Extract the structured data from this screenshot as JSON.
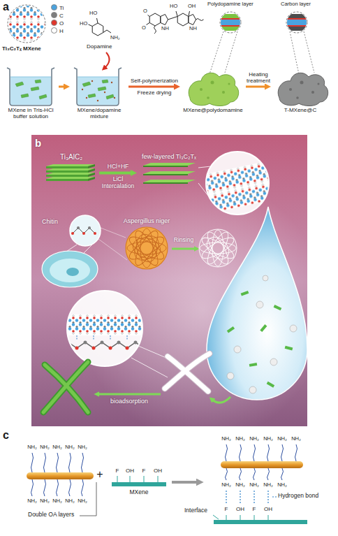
{
  "diagram": {
    "nodes": [
      {
        "text": [
          "MXene in Tris-HCl buffer solution"
        ]
      },
      {
        "text": [
          "MXene/dopamine mixture"
        ]
      },
      {
        "text": [
          "MXene@polydomamine"
        ]
      },
      {
        "text": [
          "T-MXene@C"
        ]
      },
      {
        "text": [
          "Ti₃AlC₂"
        ]
      },
      {
        "text": [
          "few-layered Ti₃C₂Tₓ"
        ]
      },
      {
        "text": [
          "Aspergillus niger"
        ]
      }
    ],
    "edges": [
      {
        "from": 0,
        "to": 1,
        "arrow": "to"
      },
      {
        "from": 1,
        "to": 2,
        "arrow": "to",
        "label": "Self-polymerization"
      },
      {
        "from": 2,
        "to": 3,
        "arrow": "to",
        "label": "Heating treatment"
      },
      {
        "from": 4,
        "to": 5,
        "arrow": "to",
        "label": "HCl+HF"
      }
    ],
    "labels": [
      "a",
      "Ti₃C₂Tₓ MXene",
      "HO",
      "HO",
      "NH₂",
      "Dopamine",
      "O",
      "O",
      "HO",
      "OH",
      "NH",
      "NH",
      "Polydopamine layer",
      "Carbon layer",
      "Freeze drying",
      "b",
      "LiCl Intercalation",
      "Chitin",
      "Rinsing",
      "bioadsorption",
      "c",
      "NH₂",
      "NH₂",
      "NH₂",
      "NH₂",
      "NH₂",
      "NH₂",
      "NH₂",
      "NH₂",
      "NH₂",
      "NH₂",
      "Double OA layers",
      "+",
      "F",
      "OH",
      "F",
      "OH",
      "MXene",
      "NH₂",
      "NH₂",
      "NH₂",
      "NH₂",
      "NH₂",
      "NH₂",
      "NH₂",
      "NH₂",
      "NH₂",
      "NH₂",
      "NH₂",
      "Hydrogen bond",
      "F",
      "OH",
      "F",
      "OH",
      "Interface"
    ],
    "legend": [
      {
        "text": "Ti",
        "color": "#4aa3df"
      },
      {
        "text": "C",
        "color": "#7d7d7d"
      },
      {
        "text": "O",
        "color": "#e0352b"
      },
      {
        "text": "H",
        "color": "#ffffff"
      }
    ]
  }
}
